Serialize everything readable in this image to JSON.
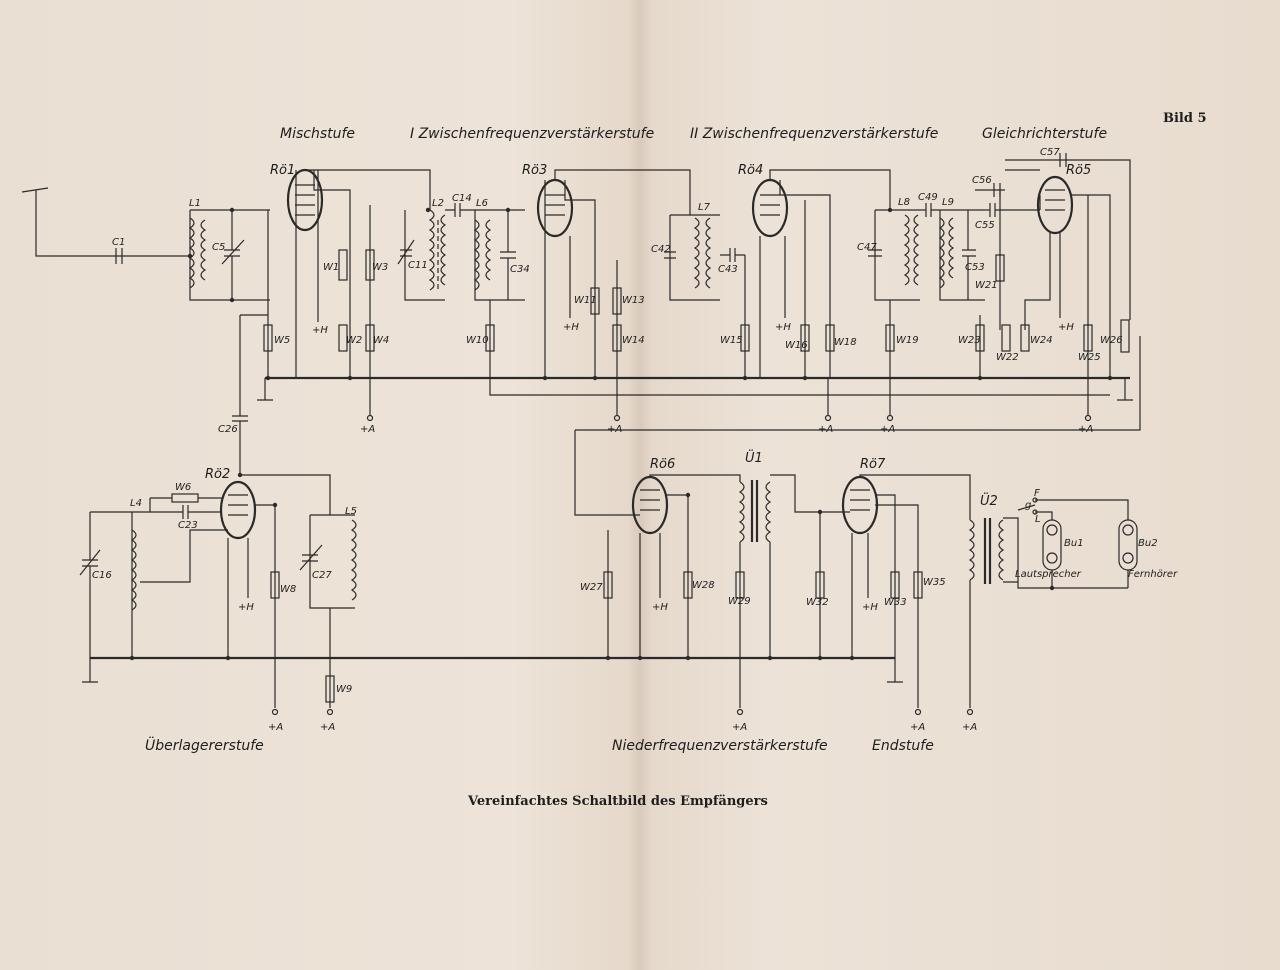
{
  "figure_number": "Bild 5",
  "caption": "Vereinfachtes Schaltbild des Empfängers",
  "stages": {
    "mischstufe": "Mischstufe",
    "zf1": "I Zwischenfrequenzverstärkerstufe",
    "zf2": "II Zwischenfrequenzverstärkerstufe",
    "gleichrichter": "Gleichrichterstufe",
    "ueberlagerer": "Überlagererstufe",
    "nf": "Niederfrequenzverstärkerstufe",
    "end": "Endstufe"
  },
  "tubes": {
    "ro1": "Rö1",
    "ro2": "Rö2",
    "ro3": "Rö3",
    "ro4": "Rö4",
    "ro5": "Rö5",
    "ro6": "Rö6",
    "ro7": "Rö7"
  },
  "transformers": {
    "u1": "Ü1",
    "u2": "Ü2"
  },
  "coils": {
    "L1": "L1",
    "L2": "L2",
    "L4": "L4",
    "L5": "L5",
    "L6": "L6",
    "L7": "L7",
    "L8": "L8",
    "L9": "L9"
  },
  "capacitors": {
    "C1": "C1",
    "C5": "C5",
    "C11": "C11",
    "C14": "C14",
    "C16": "C16",
    "C23": "C23",
    "C26": "C26",
    "C27": "C27",
    "C34": "C34",
    "C42": "C42",
    "C43": "C43",
    "C47": "C47",
    "C49": "C49",
    "C53": "C53",
    "C55": "C55",
    "C56": "C56",
    "C57": "C57"
  },
  "resistors": {
    "W1": "W1",
    "W2": "W2",
    "W3": "W3",
    "W4": "W4",
    "W5": "W5",
    "W6": "W6",
    "W8": "W8",
    "W9": "W9",
    "W10": "W10",
    "W11": "W11",
    "W13": "W13",
    "W14": "W14",
    "W15": "W15",
    "W16": "W16",
    "W18": "W18",
    "W19": "W19",
    "W21": "W21",
    "W22": "W22",
    "W23": "W23",
    "W24": "W24",
    "W25": "W25",
    "W26": "W26",
    "W27": "W27",
    "W28": "W28",
    "W29": "W29",
    "W32": "W32",
    "W33": "W33",
    "W35": "W35"
  },
  "supply": {
    "plus_a": "+A",
    "plus_h": "+H"
  },
  "outputs": {
    "bu1": "Bu1",
    "bu2": "Bu2",
    "lautsprecher": "Lautsprecher",
    "fernhoerer": "Fernhörer",
    "switch_f": "F",
    "switch_l": "L",
    "switch_g": "g"
  }
}
